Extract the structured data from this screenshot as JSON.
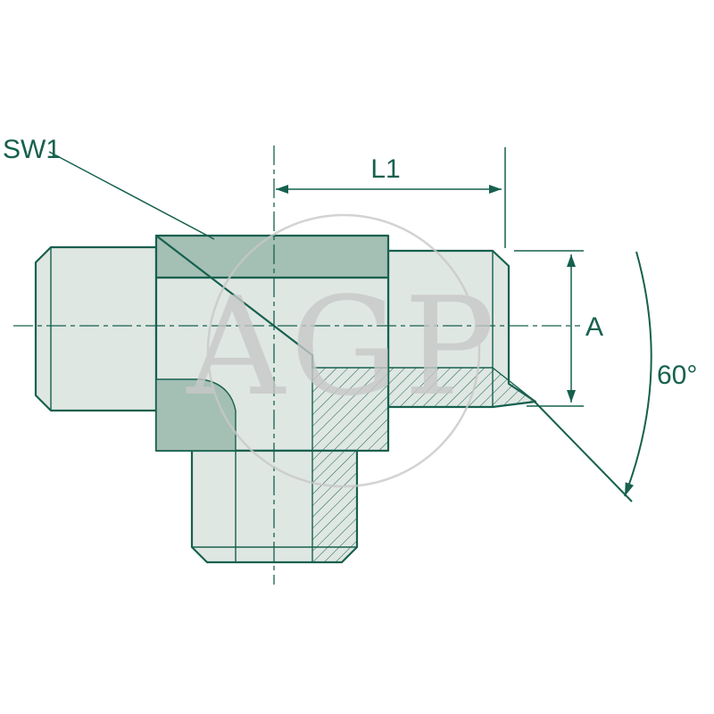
{
  "drawing": {
    "type": "technical-dimension-drawing",
    "subject": "tee-fitting-half-section"
  },
  "labels": {
    "sw1": "SW1",
    "l1": "L1",
    "a": "A",
    "angle": "60°"
  },
  "watermark": {
    "text": "AGP"
  },
  "colors": {
    "line": "#16604e",
    "fill_light": "#dfe7e3",
    "fill_dark": "#a4bfb4",
    "watermark": "#c8c8c8",
    "background": "#ffffff"
  }
}
